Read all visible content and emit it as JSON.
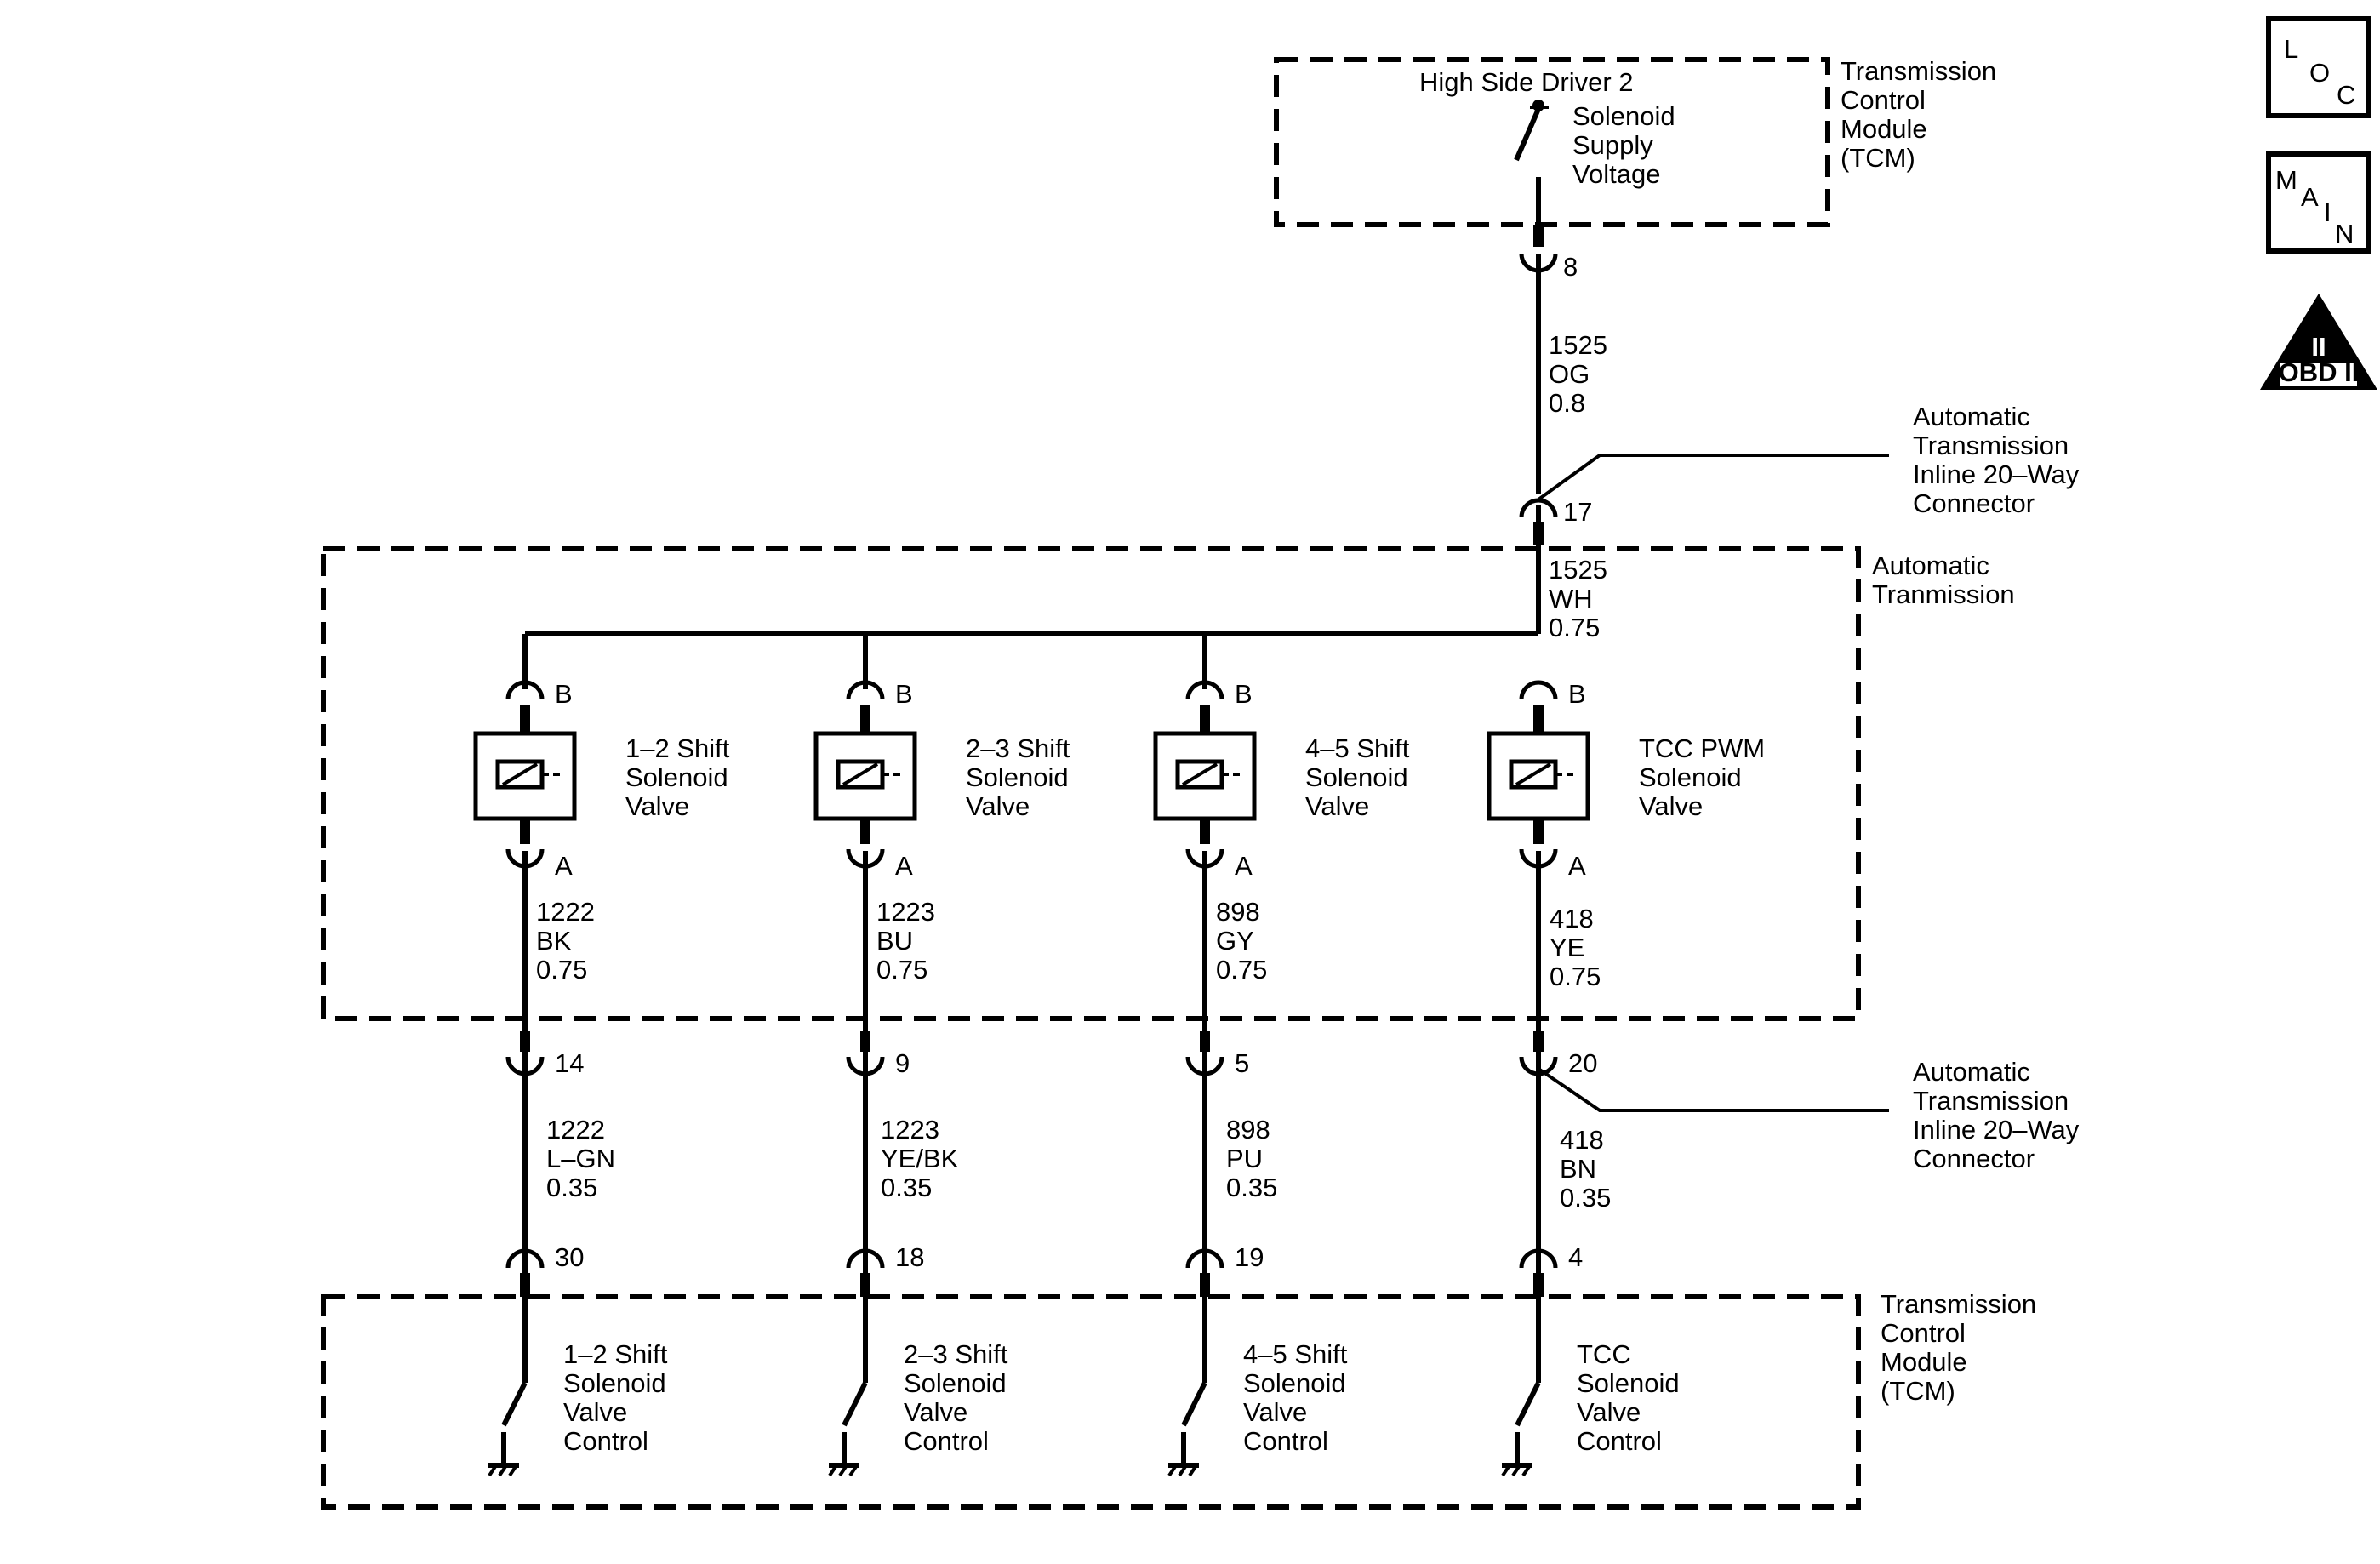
{
  "tcm_top": {
    "driver_label": "High Side Driver 2",
    "supply_lines": [
      "Solenoid",
      "Supply",
      "Voltage"
    ],
    "module_lines": [
      "Transmission",
      "Control",
      "Module",
      "(TCM)"
    ]
  },
  "feed_upper": {
    "pin": "8",
    "wire_lines": [
      "1525",
      "OG",
      "0.8"
    ]
  },
  "inline_connector_top": {
    "pin": "17",
    "label_lines": [
      "Automatic",
      "Transmission",
      "Inline 20–Way",
      "Connector"
    ]
  },
  "transmission_box": {
    "label_lines": [
      "Automatic",
      "Tranmission"
    ],
    "feed_wire_lines": [
      "1525",
      "WH",
      "0.75"
    ]
  },
  "inline_connector_bottom": {
    "label_lines": [
      "Automatic",
      "Transmission",
      "Inline 20–Way",
      "Connector"
    ]
  },
  "tcm_bottom": {
    "module_lines": [
      "Transmission",
      "Control",
      "Module",
      "(TCM)"
    ]
  },
  "circuits": [
    {
      "pin_b": "B",
      "pin_a": "A",
      "solenoid_lines": [
        "1–2 Shift",
        "Solenoid",
        "Valve"
      ],
      "inner_wire_lines": [
        "1222",
        "BK",
        "0.75"
      ],
      "inline_pin": "14",
      "outer_wire_lines": [
        "1222",
        "L–GN",
        "0.35"
      ],
      "tcm_pin": "30",
      "control_lines": [
        "1–2 Shift",
        "Solenoid",
        "Valve",
        "Control"
      ]
    },
    {
      "pin_b": "B",
      "pin_a": "A",
      "solenoid_lines": [
        "2–3 Shift",
        "Solenoid",
        "Valve"
      ],
      "inner_wire_lines": [
        "1223",
        "BU",
        "0.75"
      ],
      "inline_pin": "9",
      "outer_wire_lines": [
        "1223",
        "YE/BK",
        "0.35"
      ],
      "tcm_pin": "18",
      "control_lines": [
        "2–3 Shift",
        "Solenoid",
        "Valve",
        "Control"
      ]
    },
    {
      "pin_b": "B",
      "pin_a": "A",
      "solenoid_lines": [
        "4–5 Shift",
        "Solenoid",
        "Valve"
      ],
      "inner_wire_lines": [
        "898",
        "GY",
        "0.75"
      ],
      "inline_pin": "5",
      "outer_wire_lines": [
        "898",
        "PU",
        "0.35"
      ],
      "tcm_pin": "19",
      "control_lines": [
        "4–5 Shift",
        "Solenoid",
        "Valve",
        "Control"
      ]
    },
    {
      "pin_b": "B",
      "pin_a": "A",
      "solenoid_lines": [
        "TCC PWM",
        "Solenoid",
        "Valve"
      ],
      "inner_wire_lines": [
        "418",
        "YE",
        "0.75"
      ],
      "inline_pin": "20",
      "outer_wire_lines": [
        "418",
        "BN",
        "0.35"
      ],
      "tcm_pin": "4",
      "control_lines": [
        "TCC",
        "Solenoid",
        "Valve",
        "Control"
      ]
    }
  ],
  "side_icons": {
    "loc": [
      "L",
      "O",
      "C"
    ],
    "main": [
      "M",
      "A",
      "I",
      "N"
    ],
    "obd": {
      "numeral": "II",
      "label": "OBD II"
    }
  }
}
